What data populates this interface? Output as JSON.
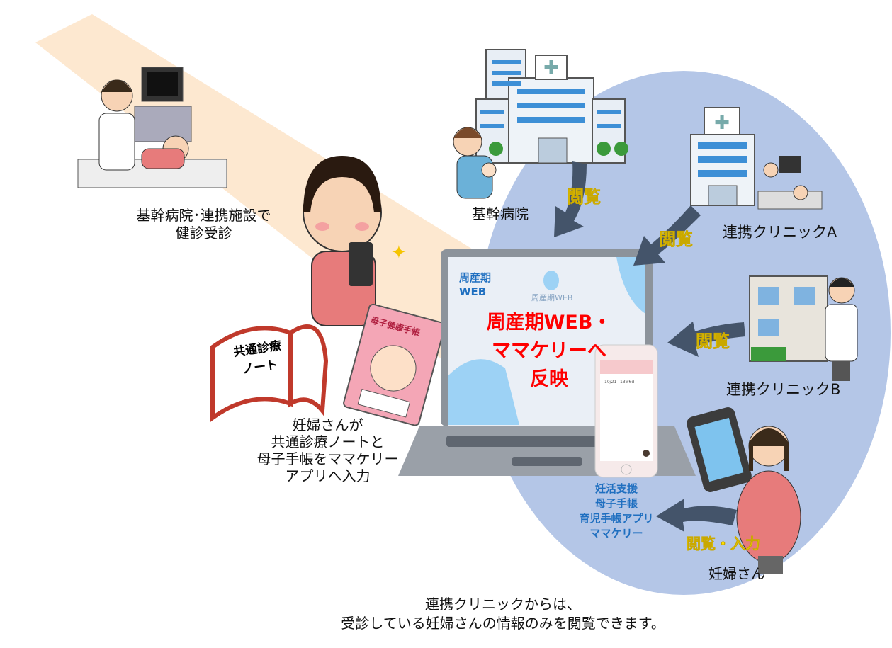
{
  "labels": {
    "core_checkup": [
      "基幹病院･連携施設で",
      "健診受診"
    ],
    "core_hospital": "基幹病院",
    "clinic_a": "連携クリニックA",
    "clinic_b": "連携クリニックB",
    "pregnant": "妊婦さん",
    "input_note": [
      "妊婦さんが",
      "共通診療ノートと",
      "母子手帳をママケリー",
      "アプリへ入力"
    ],
    "note_book": [
      "共通診療",
      "ノート"
    ],
    "mch_handbook": "母子健康手帳",
    "footer": [
      "連携クリニックからは、",
      "受診している妊婦さんの情報のみを閲覧できます。"
    ]
  },
  "arrows": {
    "view1": "閲覧",
    "view2": "閲覧",
    "view3": "閲覧",
    "view_input": "閲覧・入力"
  },
  "laptop": {
    "screen_title": [
      "周産期",
      "WEB"
    ],
    "center_logo": "周産期WEB",
    "reflect": [
      "周産期WEB・",
      "ママケリーへ",
      "反映"
    ]
  },
  "app": {
    "desc": [
      "妊活支援",
      "母子手帳",
      "育児手帳アプリ",
      "ママケリー"
    ],
    "phone_date": "10/21",
    "phone_week": "13w6d"
  },
  "colors": {
    "ellipse": "#b4c6e7",
    "band": "#fde4c8",
    "arrow": "#44546a",
    "red": "#ff0000",
    "blue": "#1f6fc0",
    "yellow": "#ffe100"
  }
}
